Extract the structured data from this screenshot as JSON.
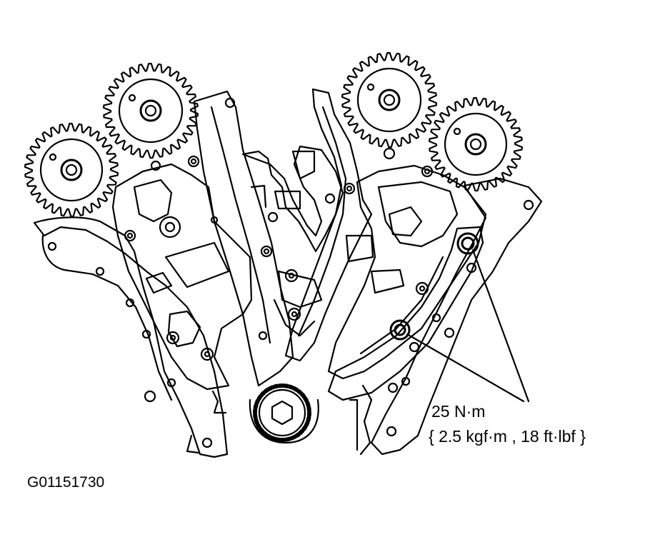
{
  "callout": {
    "torque_value": "25 N·m",
    "torque_conversion": "{ 2.5 kgf·m , 18 ft·lbf }"
  },
  "figure": {
    "id": "G01151730"
  },
  "colors": {
    "line": "#000000",
    "background": "#ffffff"
  }
}
